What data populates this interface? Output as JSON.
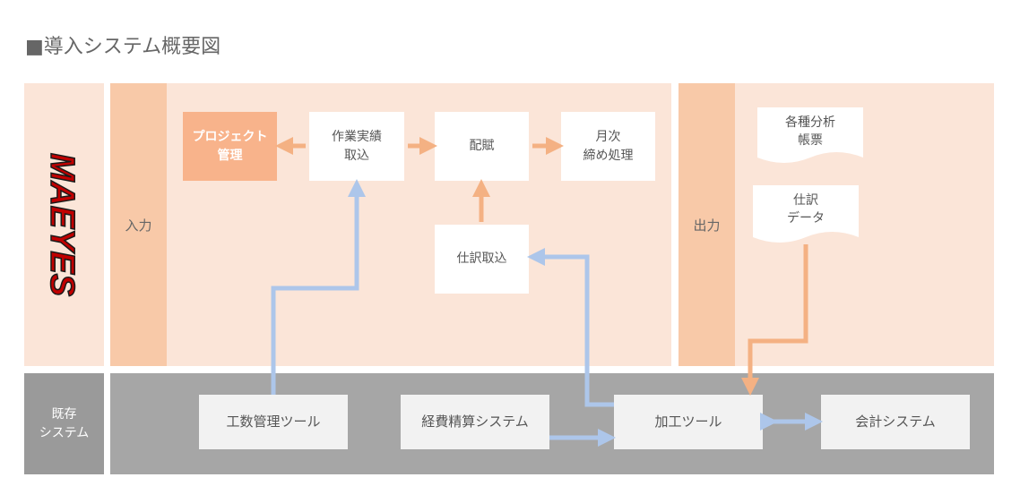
{
  "title": "■導入システム概要図",
  "logo": {
    "text": "MAEYES"
  },
  "lanes": {
    "input": "入力",
    "output": "出力",
    "existing": "既存\nシステム"
  },
  "boxes": {
    "project_mgmt": "プロジェクト\n管理",
    "work_results": "作業実績\n取込",
    "allocation": "配賦",
    "monthly": "月次\n締め処理",
    "journal_import": "仕訳取込",
    "analysis_forms": "各種分析\n帳票",
    "journal_data": "仕訳\nデータ",
    "labor_tool": "工数管理ツール",
    "expense_system": "経費精算システム",
    "processing_tool": "加工ツール",
    "accounting_system": "会計システム"
  },
  "colors": {
    "orange_arrow": "#f4b183",
    "blue_arrow": "#adc6ea",
    "logo_red": "#c00000"
  }
}
